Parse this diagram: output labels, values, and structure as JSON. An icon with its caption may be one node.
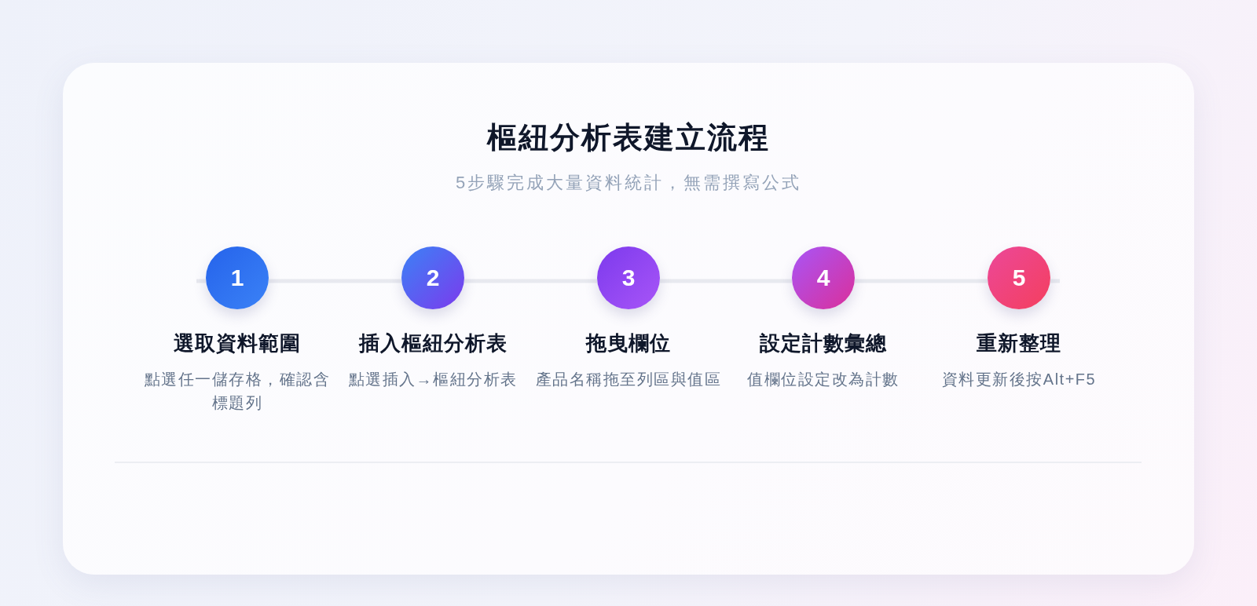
{
  "diagram": {
    "title": "樞紐分析表建立流程",
    "nodes": [
      {
        "text": [
          "1"
        ],
        "beside": [
          "選取資料範圍",
          "點選任一儲存格，確認含標題列"
        ]
      },
      {
        "text": [
          "2"
        ],
        "beside": [
          "插入樞紐分析表",
          "點選插入→樞紐分析表"
        ]
      },
      {
        "text": [
          "3"
        ],
        "beside": [
          "拖曳欄位",
          "產品名稱拖至列區與值區"
        ]
      },
      {
        "text": [
          "4"
        ],
        "beside": [
          "設定計數彙總",
          "值欄位設定改為計數"
        ]
      },
      {
        "text": [
          "5"
        ],
        "beside": [
          "重新整理",
          "資料更新後按Alt+F5"
        ]
      }
    ],
    "edges": [
      {
        "from": 0,
        "to": 1,
        "arrow": "none"
      },
      {
        "from": 1,
        "to": 2,
        "arrow": "none"
      },
      {
        "from": 2,
        "to": 3,
        "arrow": "none"
      },
      {
        "from": 3,
        "to": 4,
        "arrow": "none"
      }
    ],
    "labels": [
      "5步驟完成大量資料統計，無需撰寫公式"
    ]
  }
}
